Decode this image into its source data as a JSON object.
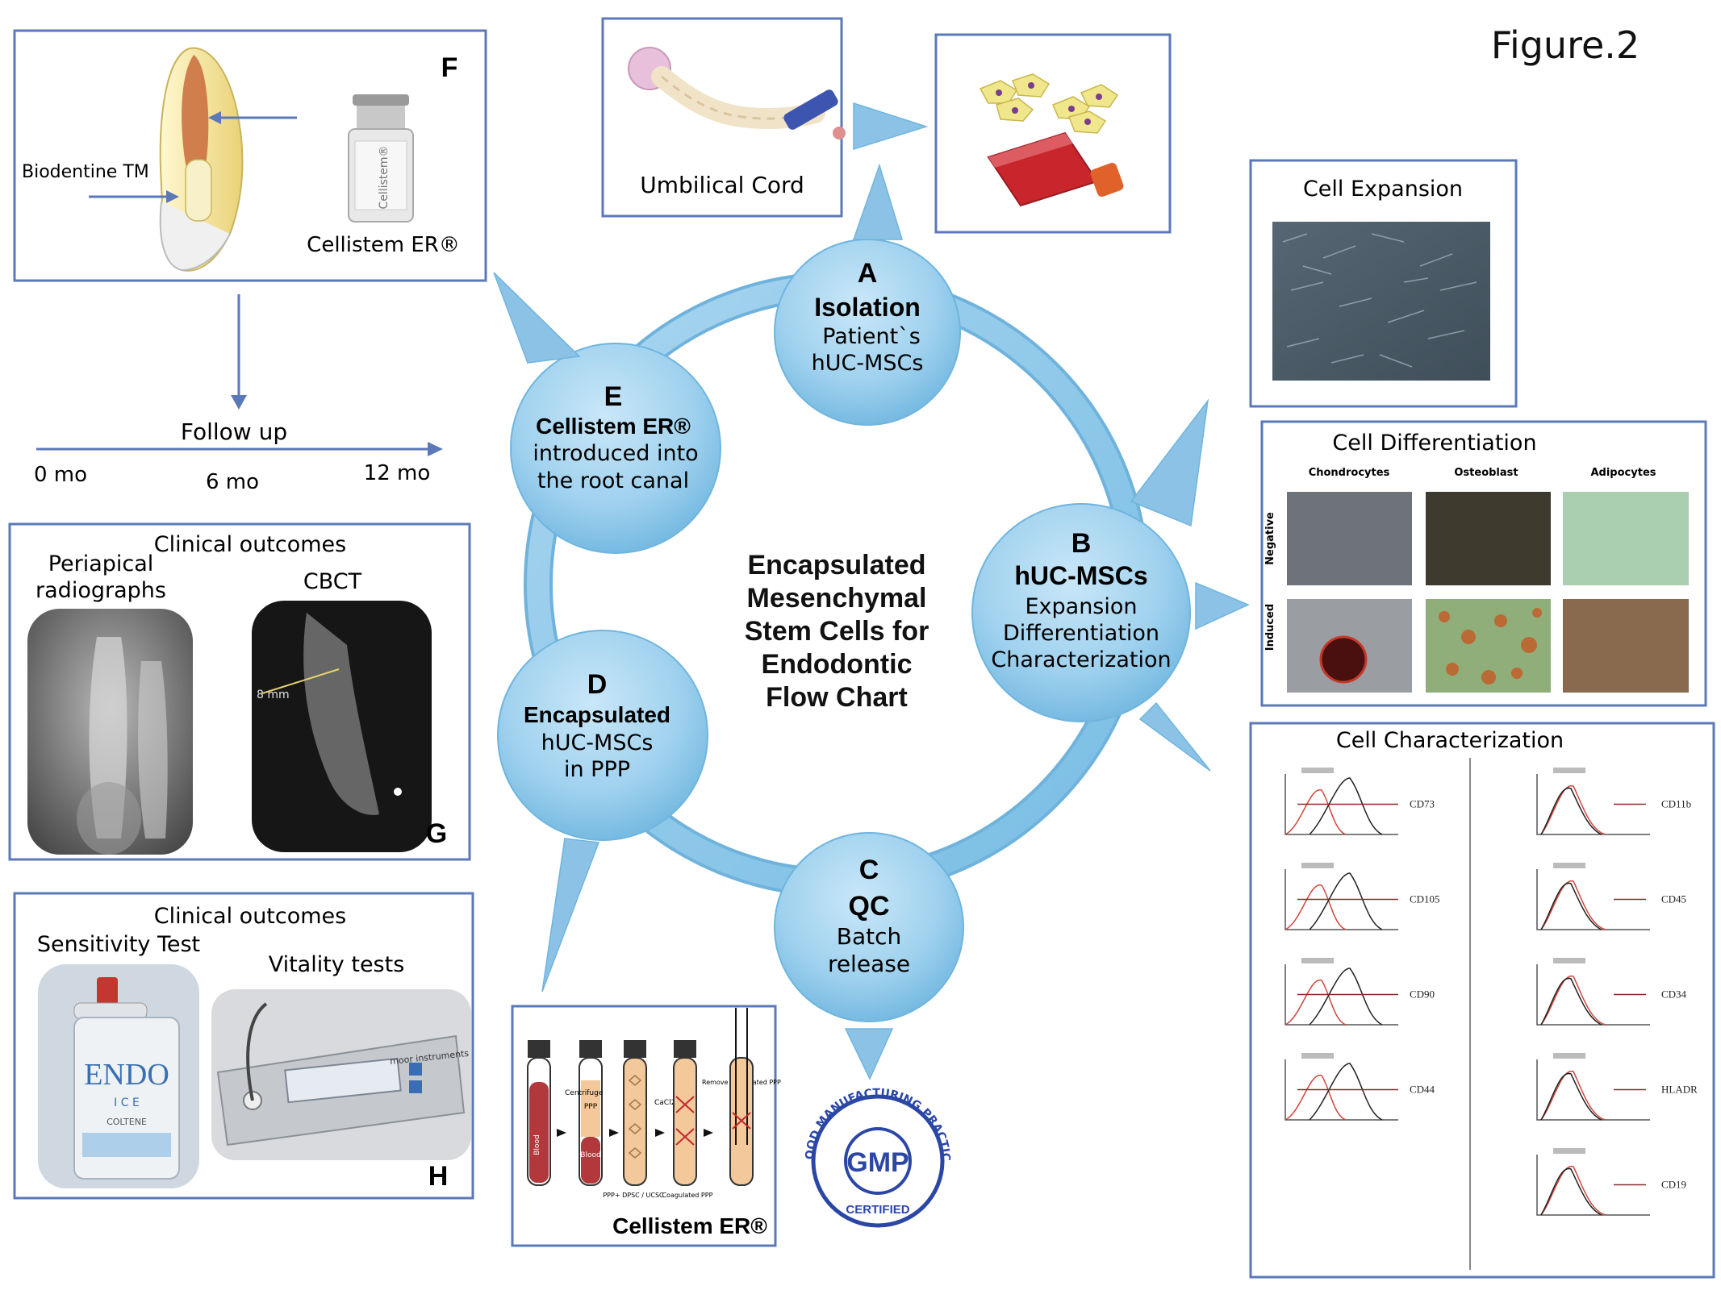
{
  "figure_label": "Figure.2",
  "center_title": [
    "Encapsulated",
    "Mesenchymal",
    "Stem Cells for",
    "Endodontic",
    "Flow Chart"
  ],
  "stages": [
    {
      "letter": "A",
      "title": "Isolation",
      "lines": [
        "Patient`s",
        "hUC-MSCs"
      ]
    },
    {
      "letter": "B",
      "title": "hUC-MSCs",
      "lines": [
        "Expansion",
        "Differentiation",
        "Characterization"
      ]
    },
    {
      "letter": "C",
      "title": "QC",
      "lines": [
        "Batch",
        "release"
      ]
    },
    {
      "letter": "D",
      "title": "Encapsulated",
      "lines": [
        "hUC-MSCs",
        "in PPP"
      ]
    },
    {
      "letter": "E",
      "title": "Cellistem ER®",
      "lines": [
        "introduced into",
        "the root canal"
      ]
    }
  ],
  "panel_F": {
    "letter": "F",
    "biodentine_label": "Biodentine TM",
    "product_label": "Cellistem ER®",
    "vial_brand": "Cellistem®"
  },
  "follow_up": {
    "title": "Follow up",
    "ticks": [
      "0 mo",
      "6 mo",
      "12 mo"
    ]
  },
  "panel_G": {
    "letter": "G",
    "title": "Clinical outcomes",
    "left_caption": [
      "Periapical",
      "radiographs"
    ],
    "right_caption": "CBCT",
    "measure_text": "8 mm"
  },
  "panel_H": {
    "letter": "H",
    "title": "Clinical outcomes",
    "left_caption": "Sensitivity Test",
    "right_caption": "Vitality tests",
    "spray_brand": "ENDO",
    "spray_sub": "I C E",
    "spray_maker": "COLTENE",
    "device_brand": "moor instruments"
  },
  "umbilical_caption": "Umbilical Cord",
  "cell_expansion_title": "Cell Expansion",
  "cell_differentiation": {
    "title": "Cell Differentiation",
    "columns": [
      "Chondrocytes",
      "Osteoblast",
      "Adipocytes"
    ],
    "rows": [
      "Negative",
      "Induced"
    ]
  },
  "cell_characterization": {
    "title": "Cell Characterization",
    "left_markers": [
      "CD73",
      "CD105",
      "CD90",
      "CD44"
    ],
    "right_markers": [
      "CD11b",
      "CD45",
      "CD34",
      "HLADR",
      "CD19"
    ]
  },
  "ppp_panel": {
    "caption": "Cellistem ER®",
    "tube_labels": [
      "Blood",
      "PPP",
      "Blood"
    ],
    "step_labels": [
      "Centrifuge",
      "CaCl2",
      "Remove Coagulated PPP"
    ],
    "bottom_labels": [
      "PPP+ DPSC / UCSC",
      "Coagulated PPP"
    ]
  },
  "gmp_seal": {
    "ring_text": "GOOD MANUFACTURING PRACTICE",
    "center_text": "GMP",
    "bottom_text": "CERTIFIED"
  },
  "colors": {
    "frame": "#5b79b8",
    "circle_fill": "#a4d3ee",
    "circle_dark": "#6fb3dd",
    "arrow_fill": "#8cc2e6",
    "text": "#111111",
    "red_line": "#d0463c",
    "dark_line": "#222222"
  }
}
